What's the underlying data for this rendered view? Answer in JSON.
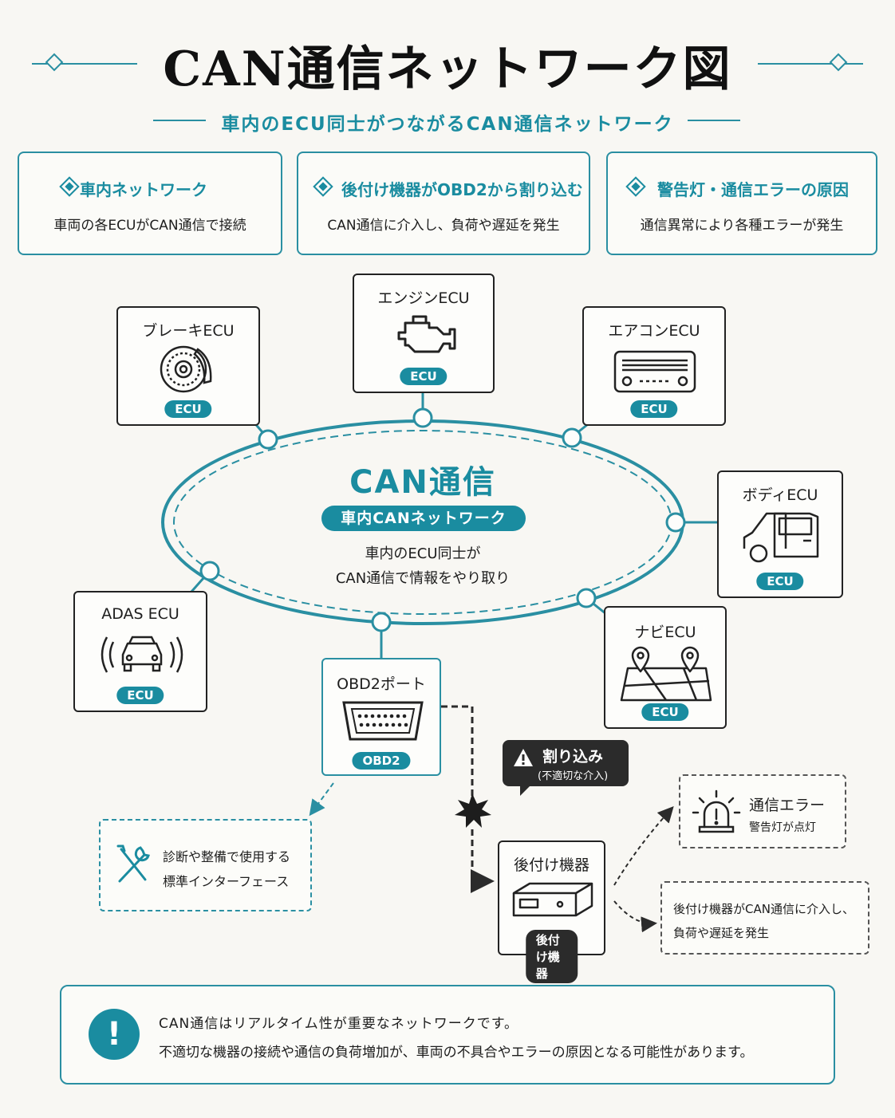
{
  "title": "CAN通信ネットワーク図",
  "subtitle": "車内のECU同士がつながるCAN通信ネットワーク",
  "cards": [
    {
      "title": "車内ネットワーク",
      "desc": "車両の各ECUがCAN通信で接続"
    },
    {
      "title": "後付け機器がOBD2から割り込む",
      "desc": "CAN通信に介入し、負荷や遅延を発生"
    },
    {
      "title": "警告灯・通信エラーの原因",
      "desc": "通信異常により各種エラーが発生"
    }
  ],
  "center": {
    "title": "CAN通信",
    "badge": "車内CANネットワーク",
    "line1": "車内のECU同士が",
    "line2": "CAN通信で情報をやり取り"
  },
  "nodes": {
    "engine": {
      "label": "エンジンECU",
      "badge": "ECU",
      "icon": "engine-icon"
    },
    "brake": {
      "label": "ブレーキECU",
      "badge": "ECU",
      "icon": "brake-disc-icon"
    },
    "aircon": {
      "label": "エアコンECU",
      "badge": "ECU",
      "icon": "aircon-panel-icon"
    },
    "body": {
      "label": "ボディECU",
      "badge": "ECU",
      "icon": "car-door-icon"
    },
    "adas": {
      "label": "ADAS ECU",
      "badge": "ECU",
      "icon": "car-sensor-icon"
    },
    "navi": {
      "label": "ナビECU",
      "badge": "ECU",
      "icon": "map-pin-icon"
    },
    "obd2": {
      "label": "OBD2ポート",
      "badge": "OBD2",
      "icon": "obd2-connector-icon"
    },
    "device": {
      "label": "後付け機器",
      "badge": "後付け機器",
      "icon": "device-box-icon"
    }
  },
  "diag": {
    "line1": "診断や整備で使用する",
    "line2": "標準インターフェース"
  },
  "interrupt": {
    "title": "割り込み",
    "sub": "(不適切な介入)"
  },
  "error": {
    "title": "通信エラー",
    "sub": "警告灯が点灯"
  },
  "effect": {
    "line1": "後付け機器がCAN通信に介入し、",
    "line2": "負荷や遅延を発生"
  },
  "notice": {
    "line1": "CAN通信はリアルタイム性が重要なネットワークです。",
    "line2": "不適切な機器の接続や通信の負荷増加が、車両の不具合やエラーの原因となる可能性があります。"
  },
  "colors": {
    "accent": "#1a8ca0",
    "dark": "#2b2b2b",
    "background": "#f8f7f3"
  }
}
